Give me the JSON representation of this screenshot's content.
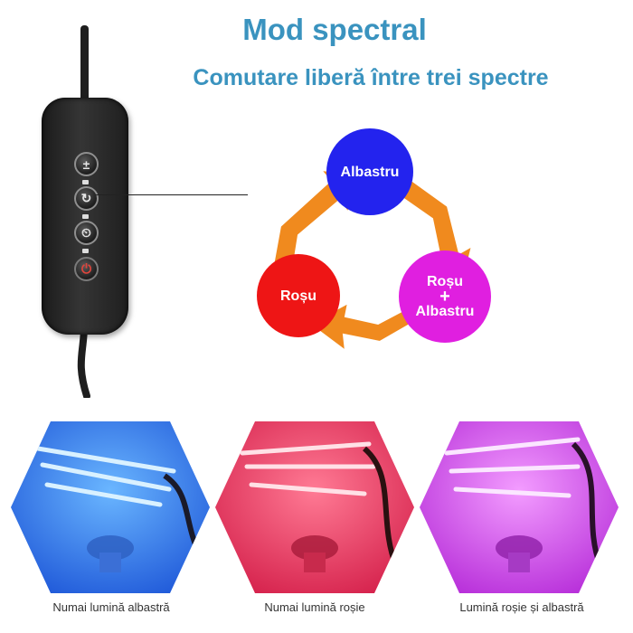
{
  "header": {
    "title": "Mod spectral",
    "subtitle": "Comutare liberă între trei spectre"
  },
  "controller": {
    "buttons": [
      {
        "icon": "brightness-icon",
        "glyph": "±"
      },
      {
        "icon": "mode-cycle-icon",
        "glyph": "↻"
      },
      {
        "icon": "timer-icon",
        "glyph": "⏲"
      },
      {
        "icon": "power-icon",
        "glyph": "⏻"
      }
    ]
  },
  "modes": {
    "blue": {
      "label": "Albastru",
      "color": "#2222ee"
    },
    "red": {
      "label": "Roșu",
      "color": "#ee1616"
    },
    "mixed": {
      "line1": "Roșu",
      "plus": "+",
      "line2": "Albastru",
      "color": "#e020e0"
    },
    "arrow_color": "#f08a1e"
  },
  "photos": [
    {
      "caption": "Numai lumină albastră",
      "tint": "#2f7df5"
    },
    {
      "caption": "Numai lumină roșie",
      "tint": "#e8375a"
    },
    {
      "caption": "Lumină roșie și albastră",
      "tint": "#c645e0"
    }
  ]
}
